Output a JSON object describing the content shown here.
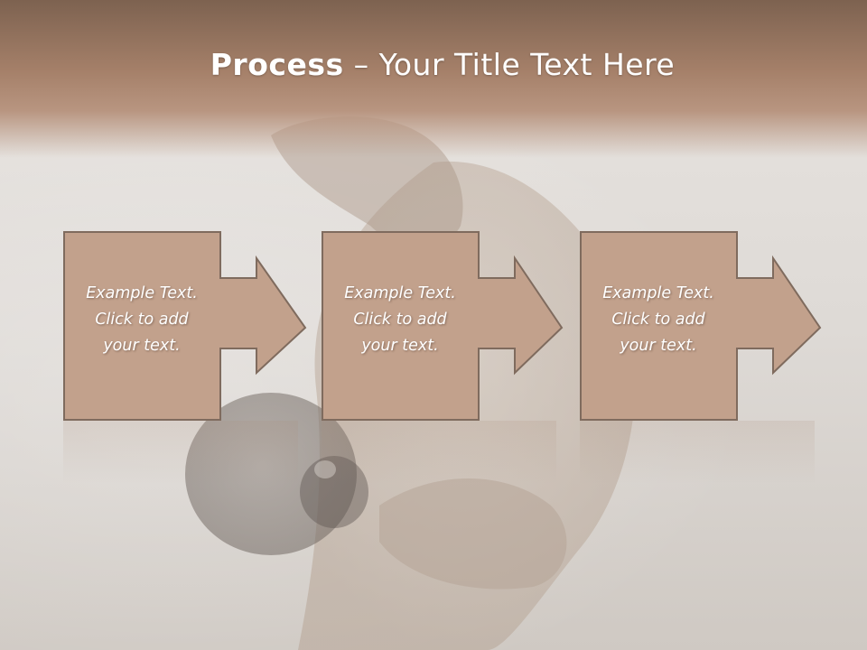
{
  "slide": {
    "title_bold": "Process",
    "title_rest": " – Your Title Text Here"
  },
  "steps": [
    {
      "line1": "Example Text.",
      "line2": "Click  to add",
      "line3": "your text."
    },
    {
      "line1": "Example Text.",
      "line2": "Click  to add",
      "line3": "your text."
    },
    {
      "line1": "Example Text.",
      "line2": "Click  to add",
      "line3": "your text."
    }
  ],
  "colors": {
    "box_fill": "#c2a18c",
    "box_stroke": "#7f6b5e",
    "header_top": "#7d6250",
    "header_bottom": "#b89580"
  }
}
